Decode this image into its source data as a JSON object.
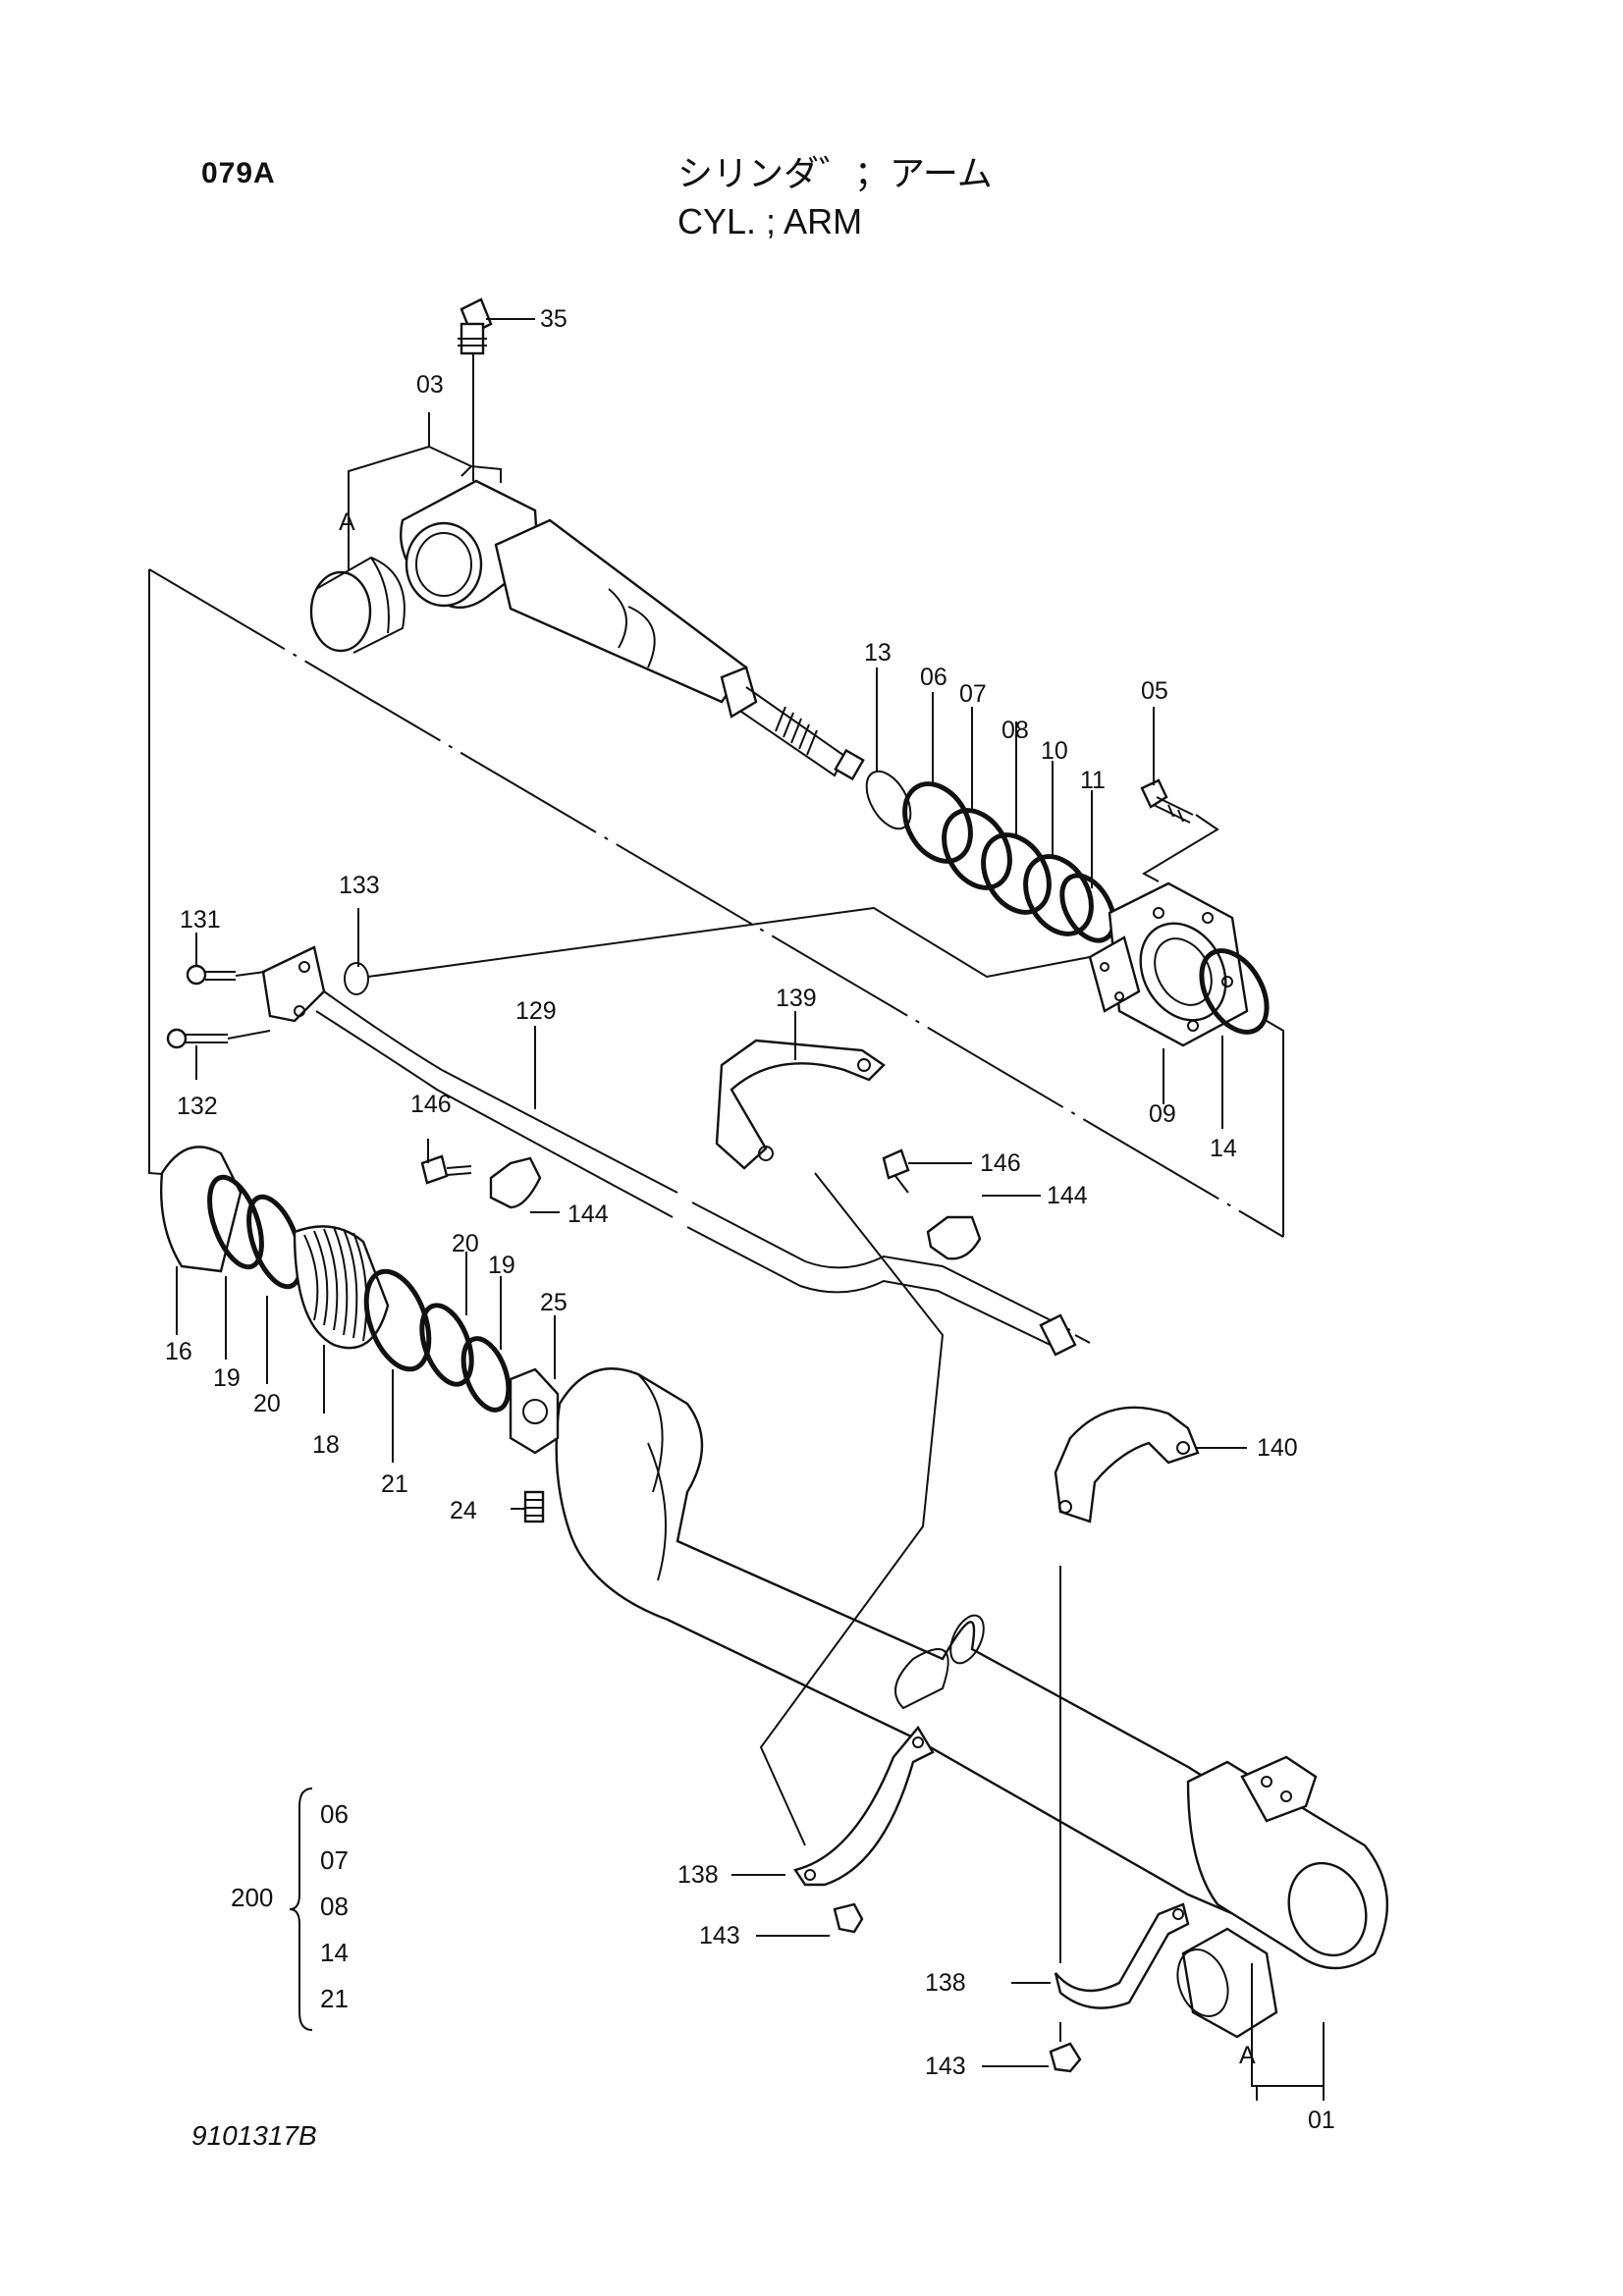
{
  "header": {
    "page_code": "079A",
    "title_jp": "シリンダ゛；アーム",
    "title_en": "CYL. ; ARM"
  },
  "footer": {
    "doc_number": "9101317B"
  },
  "callouts": {
    "c35": "35",
    "c03": "03",
    "cA_top": "A",
    "c13": "13",
    "c06": "06",
    "c07": "07",
    "c08": "08",
    "c10": "10",
    "c11": "11",
    "c05": "05",
    "c131": "131",
    "c133": "133",
    "c132": "132",
    "c129": "129",
    "c139": "139",
    "c09": "09",
    "c14": "14",
    "c146a": "146",
    "c144a": "144",
    "c146b": "146",
    "c144b": "144",
    "c20a": "20",
    "c19a": "19",
    "c25": "25",
    "c16": "16",
    "c19b": "19",
    "c20b": "20",
    "c18": "18",
    "c21": "21",
    "c24": "24",
    "c140": "140",
    "c138a": "138",
    "c143a": "143",
    "c138b": "138",
    "c143b": "143",
    "cA_bottom": "A",
    "c01": "01"
  },
  "kit": {
    "ref": "200",
    "items": [
      "06",
      "07",
      "08",
      "14",
      "21"
    ]
  }
}
